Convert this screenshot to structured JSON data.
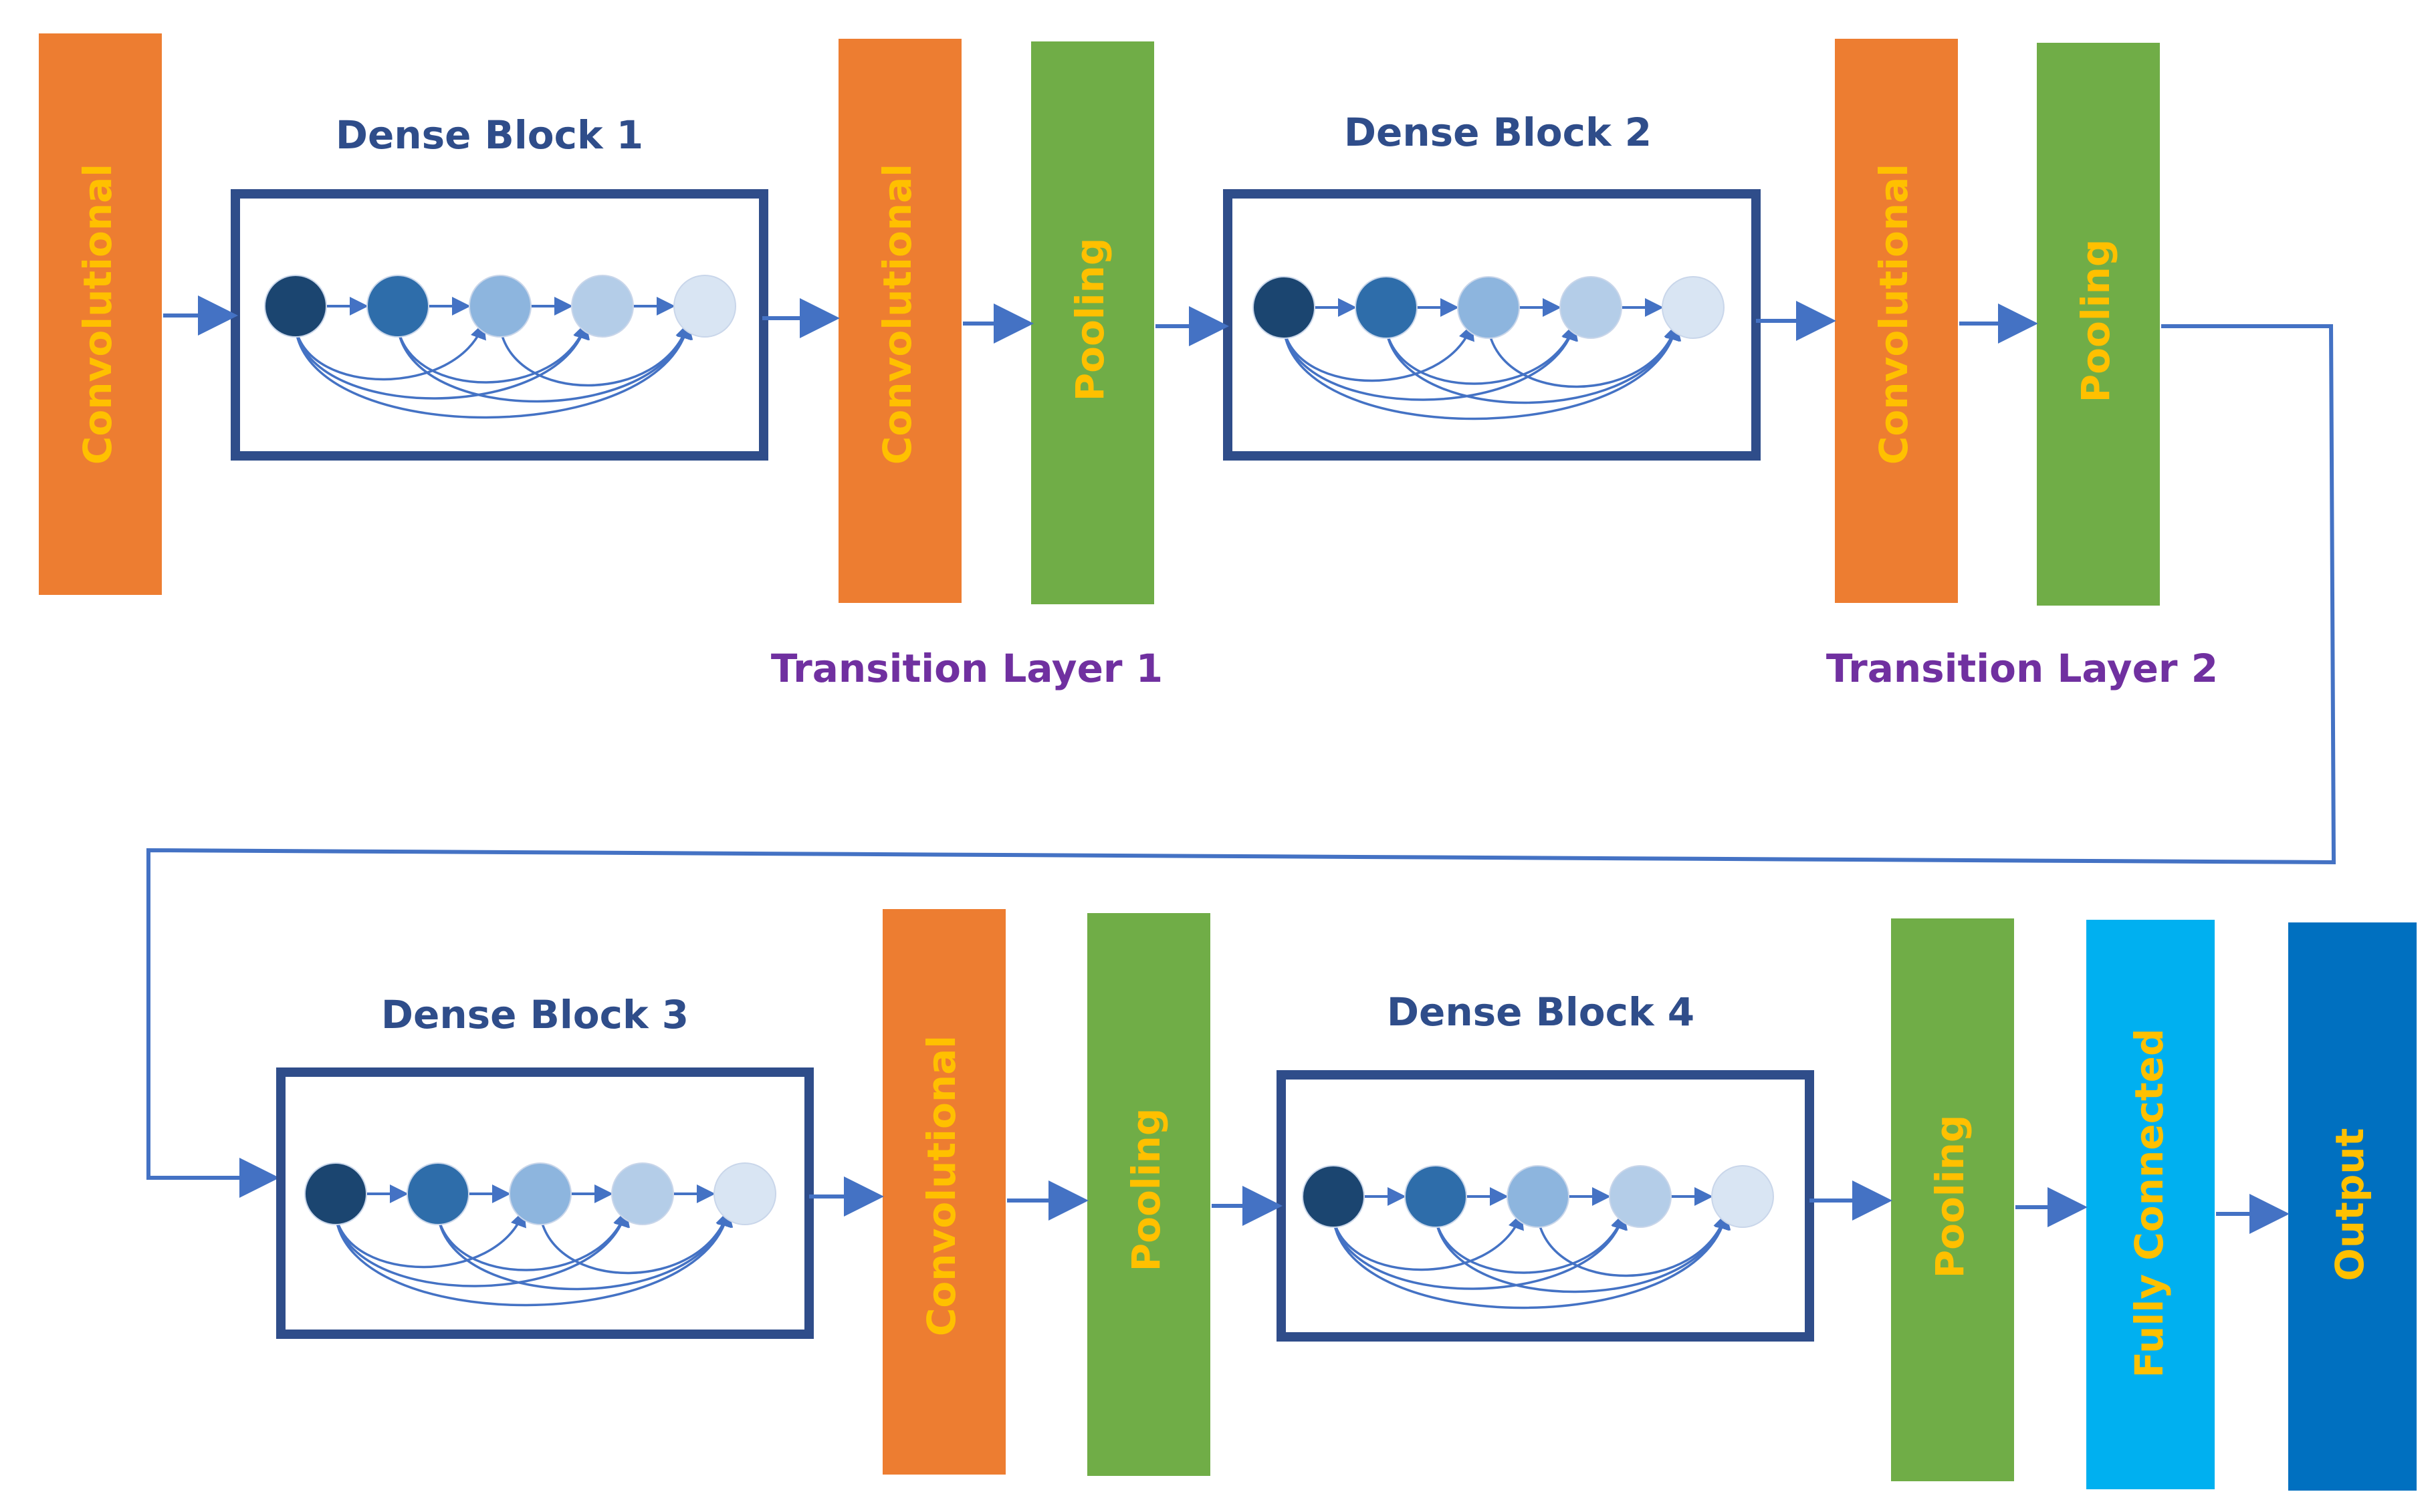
{
  "colors": {
    "convolutional": "#ED7D31",
    "pooling": "#70AD47",
    "fully_connected": "#00B0F0",
    "output": "#0070C0",
    "block_label_text": "#FFC000",
    "dense_title": "#2F4D8A",
    "transition_title": "#7030A0",
    "dense_frame": "#2F4D8A",
    "arrow": "#4472C4",
    "node_shades": [
      "#1B4570",
      "#2E6DAA",
      "#8DB5DE",
      "#B4CDE8",
      "#D9E5F3"
    ]
  },
  "labels": {
    "convolutional": "Convolutional",
    "pooling": "Pooling",
    "fully_connected": "Fully Connected",
    "output": "Output"
  },
  "dense_blocks": [
    {
      "title": "Dense Block 1"
    },
    {
      "title": "Dense Block 2"
    },
    {
      "title": "Dense Block 3"
    },
    {
      "title": "Dense Block 4"
    }
  ],
  "transition_layers": [
    {
      "title": "Transition Layer  1"
    },
    {
      "title": "Transition Layer  2"
    }
  ]
}
